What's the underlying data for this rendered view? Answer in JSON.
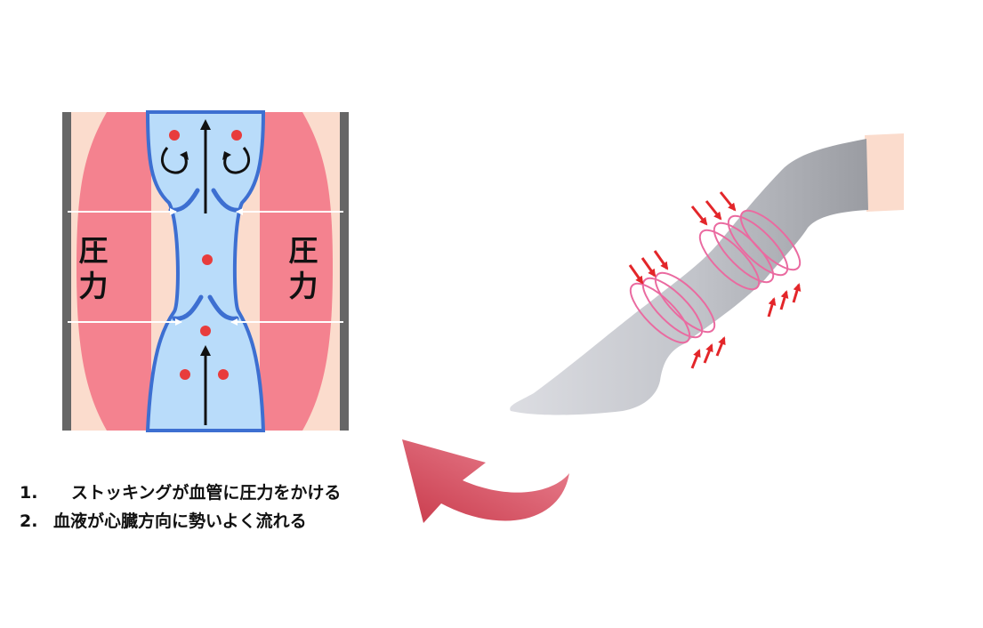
{
  "diagram": {
    "pressure_label_left": "圧\n力",
    "pressure_label_right": "圧\n力",
    "steps": [
      {
        "number": "1.",
        "text": "ストッキングが血管に圧力をかける"
      },
      {
        "number": "2.",
        "text": "血液が心臓方向に勢いよく流れる"
      }
    ],
    "colors": {
      "skin": "#fbdccd",
      "muscle": "#f07e8f",
      "vessel_fill": "#b9dcfa",
      "vessel_wall": "#3d6fd1",
      "blood_dot": "#e83c3c",
      "arrow_red": "#e3262a",
      "stocking": "#a5a7ad",
      "curved_arrow": "#cf4a5a"
    }
  }
}
